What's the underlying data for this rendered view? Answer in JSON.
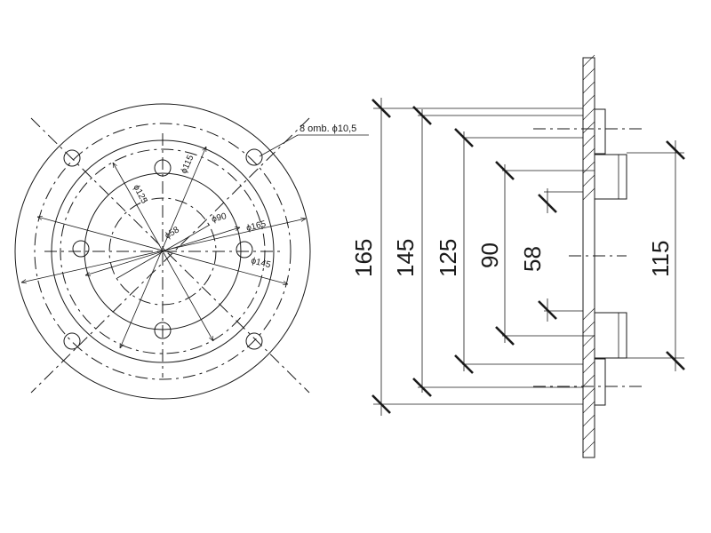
{
  "front_view": {
    "note": "8 omb. ϕ10,5",
    "diameters": {
      "d58": "ϕ58",
      "d90": "ϕ90",
      "d115": "ϕ115",
      "d125": "ϕ125",
      "d145": "ϕ145",
      "d165": "ϕ165"
    }
  },
  "section_view": {
    "dims": {
      "d165": "165",
      "d145": "145",
      "d125": "125",
      "d90": "90",
      "d58": "58",
      "d115": "115"
    }
  }
}
